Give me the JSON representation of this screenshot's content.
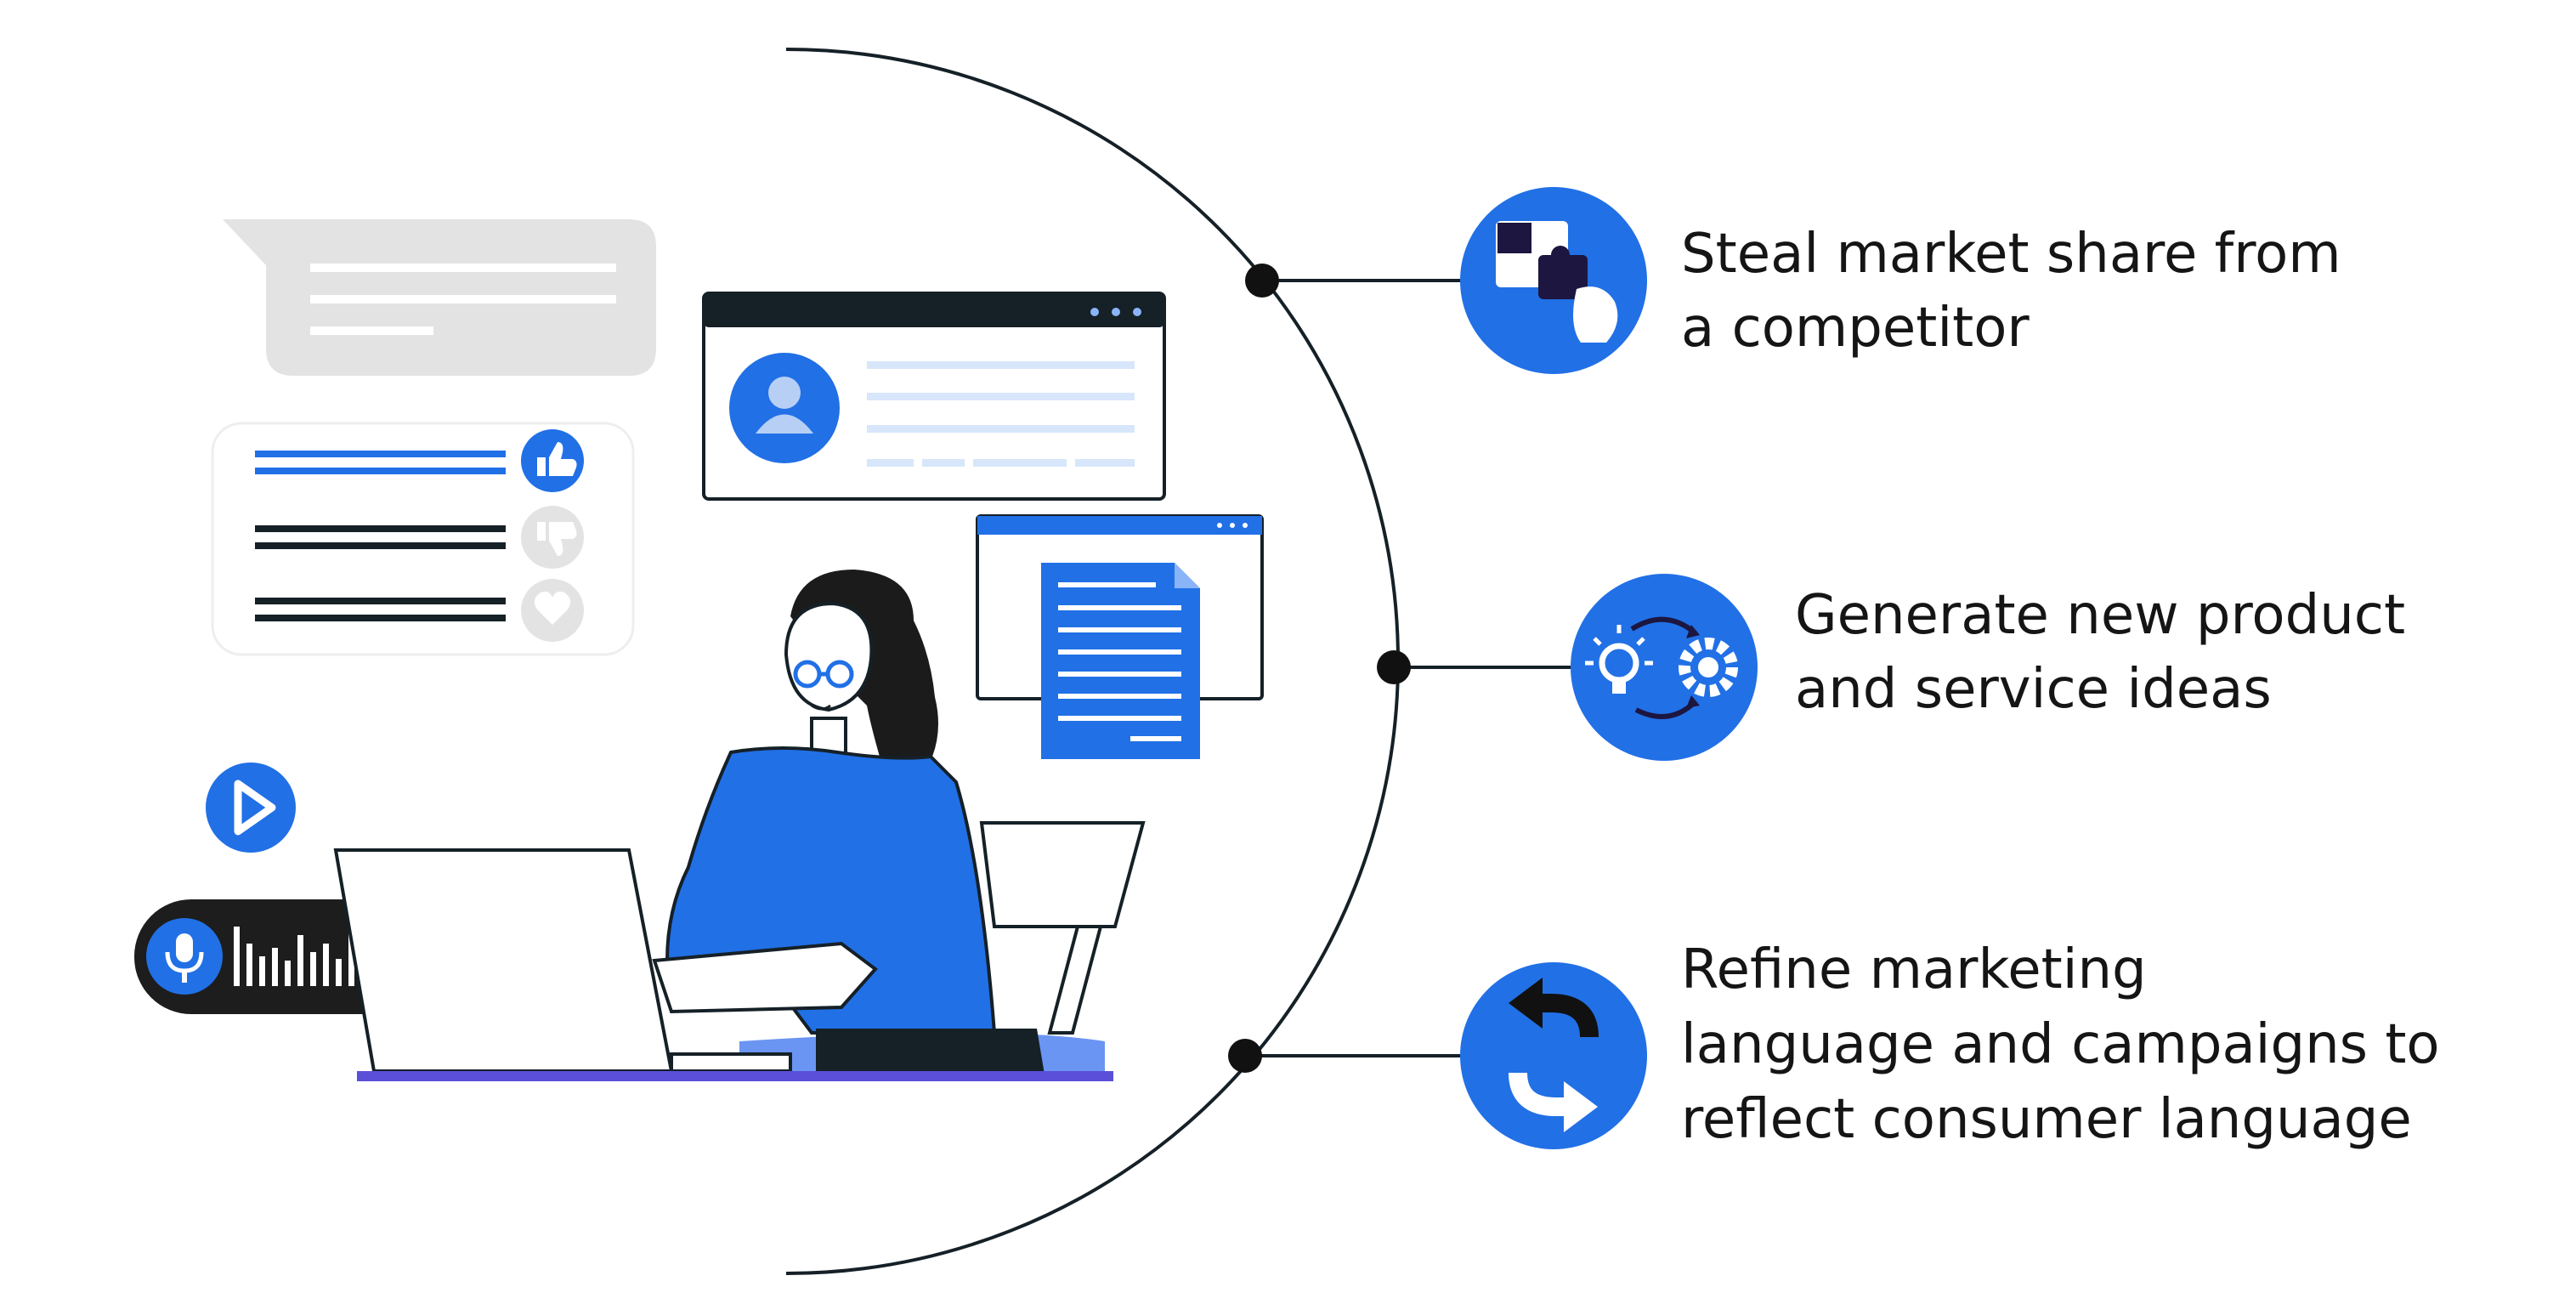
{
  "colors": {
    "accent_blue": "#2170e6",
    "dark": "#152027",
    "light_blue": "#d7e6fa",
    "gray": "#e3e3e3",
    "purple": "#5b4fd8"
  },
  "benefits": [
    {
      "icon": "puzzle-hand-icon",
      "lines": [
        "Steal market share from",
        "a competitor"
      ]
    },
    {
      "icon": "idea-to-gear-icon",
      "lines": [
        "Generate new product",
        "and service ideas"
      ]
    },
    {
      "icon": "refresh-arrows-icon",
      "lines": [
        "Refine marketing",
        "language and campaigns to",
        "reflect consumer language"
      ]
    }
  ],
  "illustration": {
    "person": "woman-at-laptop",
    "floating_items": [
      "chat-bubble",
      "reaction-card",
      "profile-window",
      "document-window",
      "play-button",
      "voice-message"
    ]
  }
}
